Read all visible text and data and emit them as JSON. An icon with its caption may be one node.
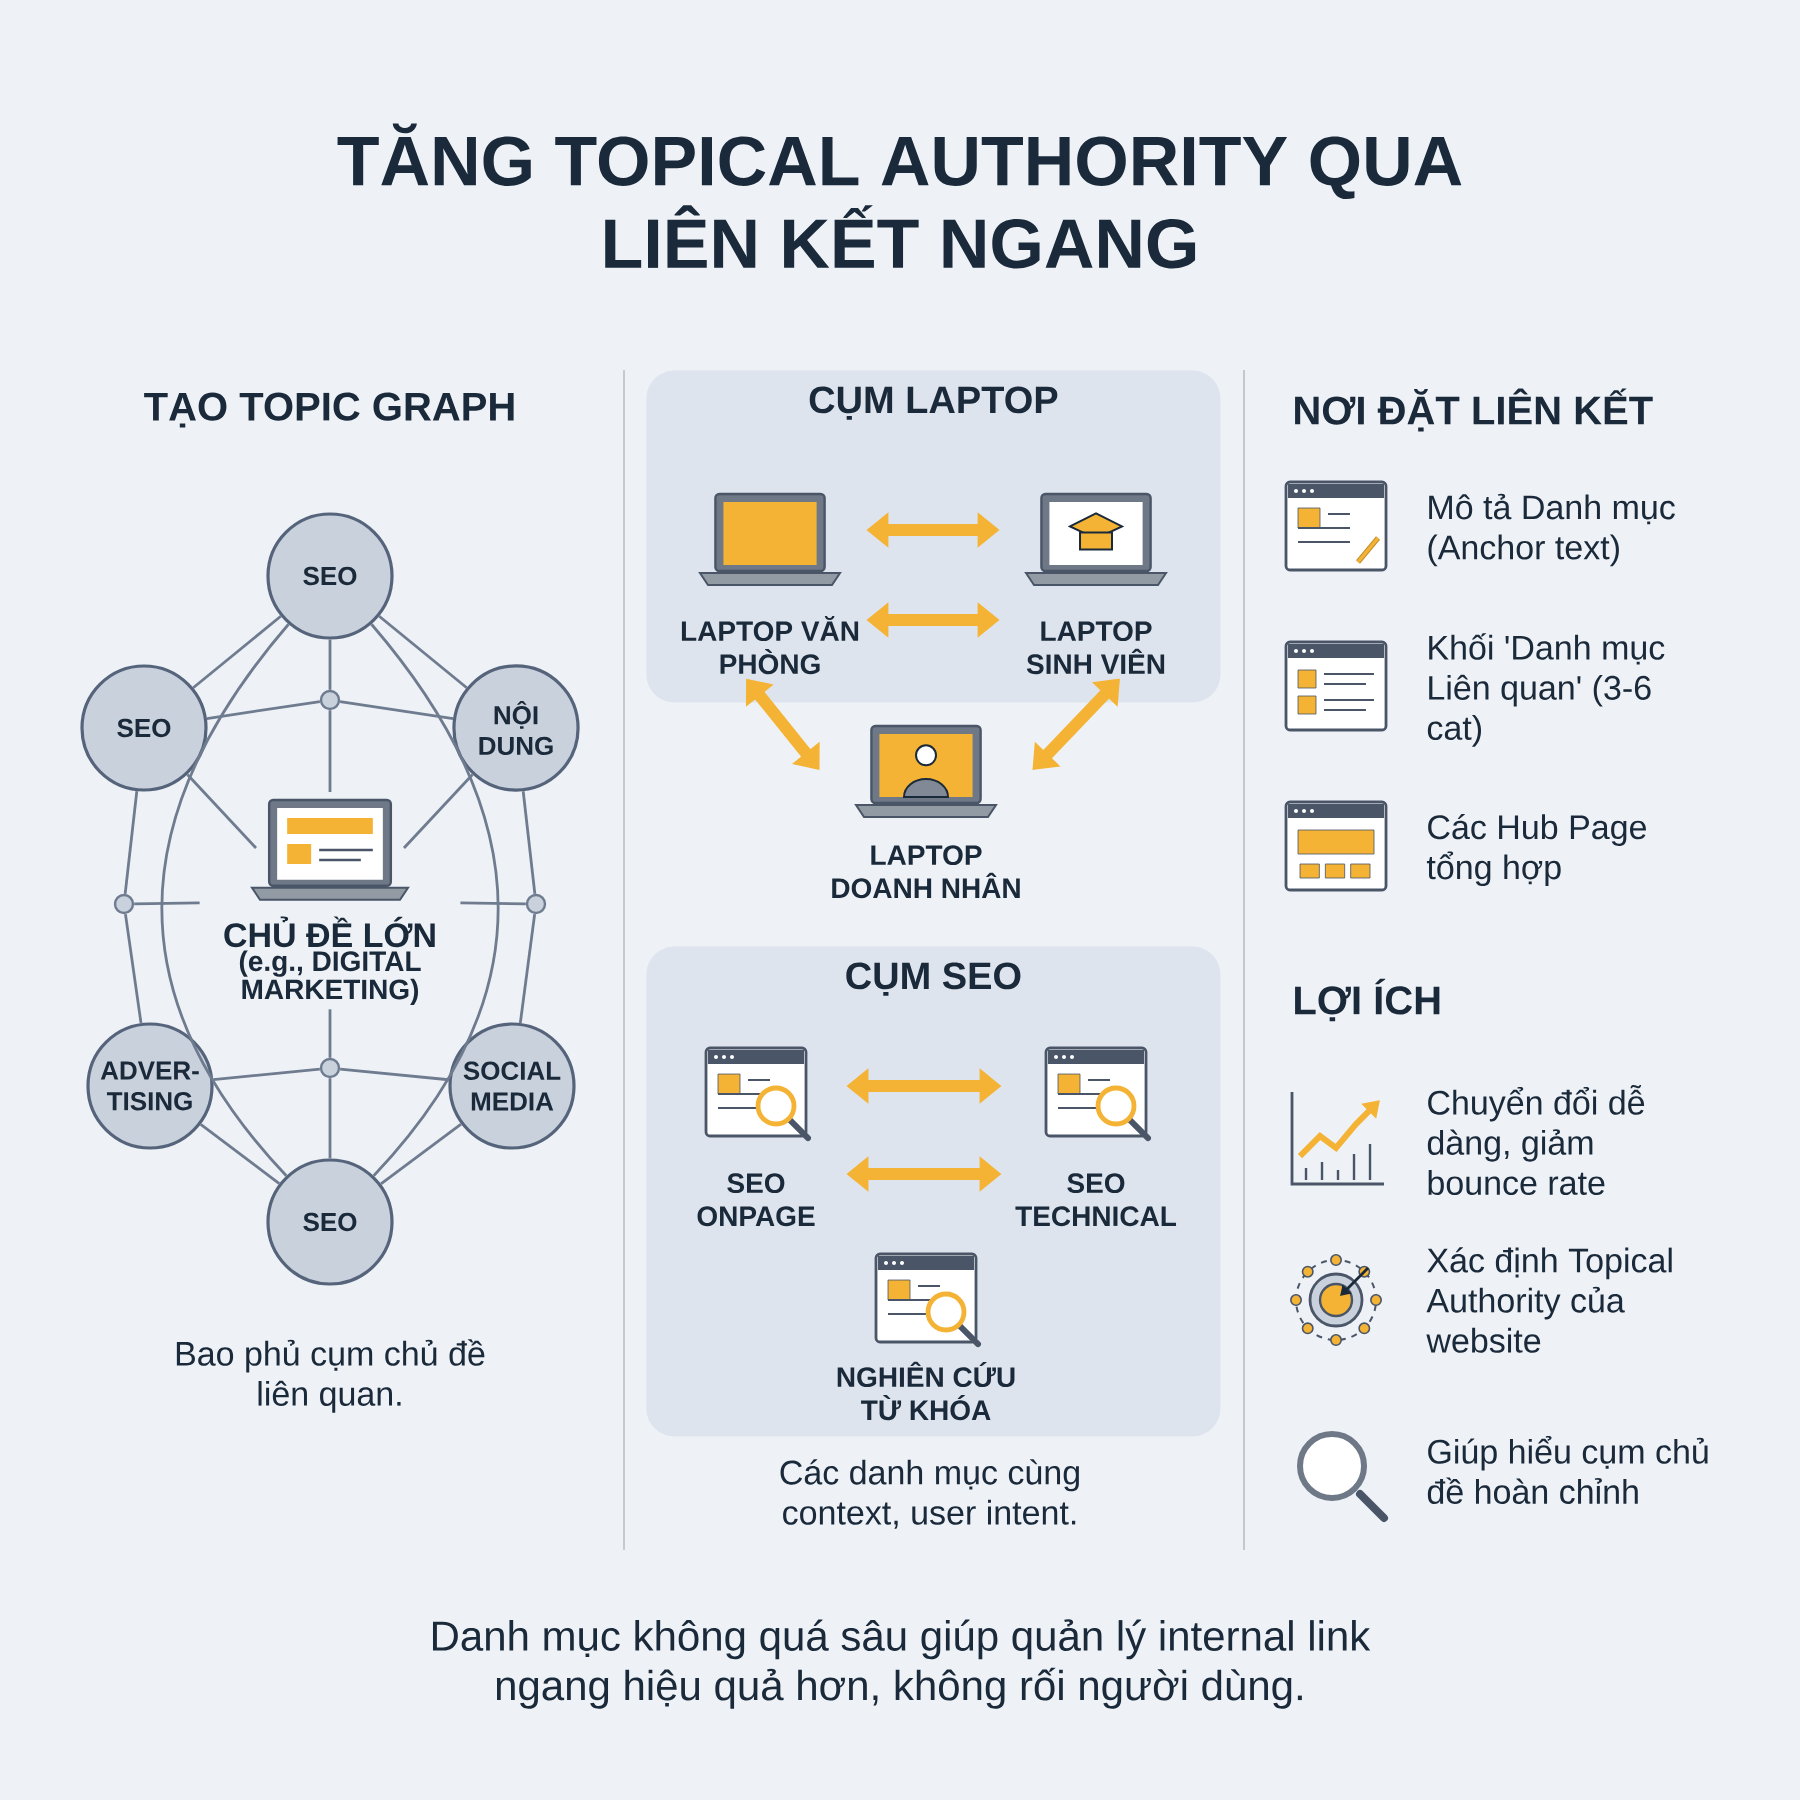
{
  "diagram": {
    "title": "TĂNG TOPICAL AUTHORITY QUA LIÊN KẾT NGANG",
    "caption": "Danh mục không quá sâu giúp quản lý internal link ngang hiệu quả hơn, không rối người dùng.",
    "nodes": [
      {
        "text": [
          "SEO"
        ]
      },
      {
        "text": [
          "SEO"
        ]
      },
      {
        "text": [
          "NỘI DUNG"
        ]
      },
      {
        "text": [
          "CHỦ ĐỀ LỚN",
          "(e.g., DIGITAL MARKETING)"
        ]
      },
      {
        "text": [
          "ADVER- TISING"
        ]
      },
      {
        "text": [
          "SOCIAL MEDIA"
        ]
      },
      {
        "text": [
          "SEO"
        ]
      },
      {
        "text": [],
        "shape": "circle"
      },
      {
        "text": [],
        "shape": "circle"
      },
      {
        "text": [],
        "shape": "circle"
      },
      {
        "text": [],
        "shape": "circle"
      },
      {
        "text": [
          "CỤM LAPTOP"
        ]
      },
      {
        "text": [
          "LAPTOP VĂN PHÒNG"
        ],
        "in": 11
      },
      {
        "text": [
          "LAPTOP SINH VIÊN"
        ],
        "in": 11
      },
      {
        "text": [
          "LAPTOP DOANH NHÂN"
        ]
      },
      {
        "text": [
          "CỤM SEO"
        ]
      },
      {
        "text": [
          "SEO ONPAGE"
        ],
        "in": 15
      },
      {
        "text": [
          "SEO TECHNICAL"
        ],
        "in": 15
      },
      {
        "text": [
          "NGHIÊN CỨU TỪ KHÓA"
        ],
        "in": 15
      }
    ],
    "edges": [
      {
        "from": 0,
        "to": 1,
        "arrow": "none"
      },
      {
        "from": 0,
        "to": 2,
        "arrow": "none"
      },
      {
        "from": 0,
        "to": 7,
        "arrow": "none"
      },
      {
        "from": 1,
        "to": 7,
        "arrow": "none"
      },
      {
        "from": 2,
        "to": 7,
        "arrow": "none"
      },
      {
        "from": 7,
        "to": 3,
        "arrow": "none"
      },
      {
        "from": 1,
        "to": 3,
        "arrow": "none"
      },
      {
        "from": 2,
        "to": 3,
        "arrow": "none"
      },
      {
        "from": 1,
        "to": 8,
        "arrow": "none"
      },
      {
        "from": 8,
        "to": 4,
        "arrow": "none"
      },
      {
        "from": 8,
        "to": 3,
        "arrow": "none"
      },
      {
        "from": 2,
        "to": 9,
        "arrow": "none"
      },
      {
        "from": 9,
        "to": 5,
        "arrow": "none"
      },
      {
        "from": 9,
        "to": 3,
        "arrow": "none"
      },
      {
        "from": 4,
        "to": 10,
        "arrow": "none"
      },
      {
        "from": 5,
        "to": 10,
        "arrow": "none"
      },
      {
        "from": 10,
        "to": 6,
        "arrow": "none"
      },
      {
        "from": 10,
        "to": 3,
        "arrow": "none"
      },
      {
        "from": 4,
        "to": 6,
        "arrow": "none"
      },
      {
        "from": 5,
        "to": 6,
        "arrow": "none"
      },
      {
        "from": 0,
        "to": 6,
        "arrow": "none"
      },
      {
        "from": 0,
        "to": 6,
        "arrow": "none"
      },
      {
        "from": 12,
        "to": 13,
        "arrow": "both",
        "style": "thick",
        "color": "#f4b334"
      },
      {
        "from": 12,
        "to": 13,
        "arrow": "both",
        "style": "thick",
        "color": "#f4b334"
      },
      {
        "from": 12,
        "to": 14,
        "arrow": "both",
        "style": "thick",
        "color": "#f4b334"
      },
      {
        "from": 13,
        "to": 14,
        "arrow": "both",
        "style": "thick",
        "color": "#f4b334"
      },
      {
        "from": 16,
        "to": 17,
        "arrow": "both",
        "style": "thick",
        "color": "#f4b334"
      },
      {
        "from": 16,
        "to": 17,
        "arrow": "both",
        "style": "thick",
        "color": "#f4b334"
      }
    ],
    "labels": [
      "TẠO TOPIC GRAPH",
      "Bao phủ cụm chủ đề liên quan.",
      "Các danh mục cùng context, user intent.",
      "NƠI ĐẶT LIÊN KẾT",
      "Mô tả Danh mục (Anchor text)",
      "Khối 'Danh mục Liên quan' (3-6 cat)",
      "Các Hub Page tổng hợp",
      "LỢI ÍCH",
      "Chuyển đổi dễ dàng, giảm bounce rate",
      "Xác định Topical Authority của website",
      "Giúp hiểu cụm chủ đề hoàn chỉnh"
    ]
  }
}
